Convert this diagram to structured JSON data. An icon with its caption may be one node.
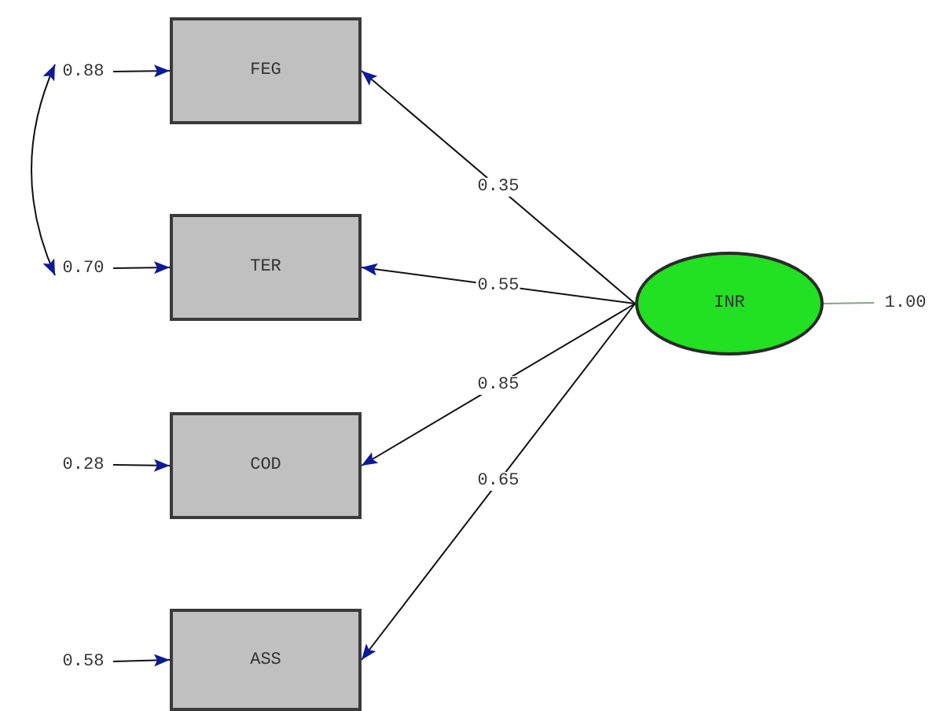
{
  "diagram": {
    "nodes": [
      {
        "text": [
          "0.88"
        ]
      },
      {
        "text": [
          "FEG"
        ]
      },
      {
        "text": [
          "0.70"
        ]
      },
      {
        "text": [
          "TER"
        ]
      },
      {
        "text": [
          "INR"
        ]
      },
      {
        "text": [
          "1.00"
        ]
      },
      {
        "text": [
          "0.28"
        ]
      },
      {
        "text": [
          "COD"
        ]
      },
      {
        "text": [
          "0.58"
        ]
      },
      {
        "text": [
          "ASS"
        ]
      }
    ],
    "edges": [
      {
        "from": 0,
        "to": 1,
        "arrow": "to"
      },
      {
        "from": 2,
        "to": 3,
        "arrow": "to"
      },
      {
        "from": 6,
        "to": 7,
        "arrow": "to"
      },
      {
        "from": 8,
        "to": 9,
        "arrow": "to"
      },
      {
        "from": 0,
        "to": 2,
        "arrow": "both"
      },
      {
        "from": 4,
        "to": 1,
        "arrow": "to",
        "label": "0.35"
      },
      {
        "from": 4,
        "to": 3,
        "arrow": "to",
        "label": "0.55"
      },
      {
        "from": 4,
        "to": 7,
        "arrow": "to",
        "label": "0.85"
      },
      {
        "from": 4,
        "to": 9,
        "arrow": "to",
        "label": "0.65"
      },
      {
        "from": 5,
        "to": 4,
        "arrow": "none",
        "color": "#8aa08a"
      }
    ]
  }
}
